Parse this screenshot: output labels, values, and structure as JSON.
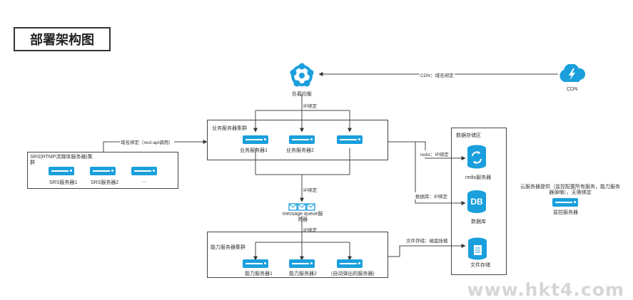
{
  "title": "部署架构图",
  "nodes": {
    "lb": "负载均衡",
    "cdn": "CDN",
    "business_cluster": "业务服务器集群",
    "business_1": "业务服务器1",
    "business_2": "业务服务器2",
    "srs_cluster": "SRS(RTMP流媒体服务器)集群",
    "srs_1": "SRS服务器1",
    "srs_2": "SRS服务器2",
    "srs_more": "...",
    "mq": "message queue服务器",
    "ability_cluster": "能力服务器集群",
    "ability_1": "能力服务器1",
    "ability_2": "能力服务器2",
    "ability_3": "(自动弹出的服务器)",
    "storage": "数据存储区",
    "redis": "redis服务器",
    "db": "数据库",
    "db_icon": "DB",
    "file": "文件存储",
    "monitor": "监控服务器",
    "cloud_note": "云服务器提供（监控配置所有服务，能力服务器弹缩），无需绑定"
  },
  "edges": {
    "cdn_lb": "CDN：域名绑定",
    "lb_business": "IP绑定",
    "srs_business": "域名绑定（rest-api调用）",
    "business_mq": "IP绑定",
    "mq_ability": "IP绑定",
    "redis": "redis：IP绑定",
    "db": "数据库：IP绑定",
    "file": "文件存储：磁盘挂载"
  },
  "colors": {
    "accent": "#1a9fdc",
    "line": "#444444"
  },
  "watermark": "www.hkt4.com"
}
